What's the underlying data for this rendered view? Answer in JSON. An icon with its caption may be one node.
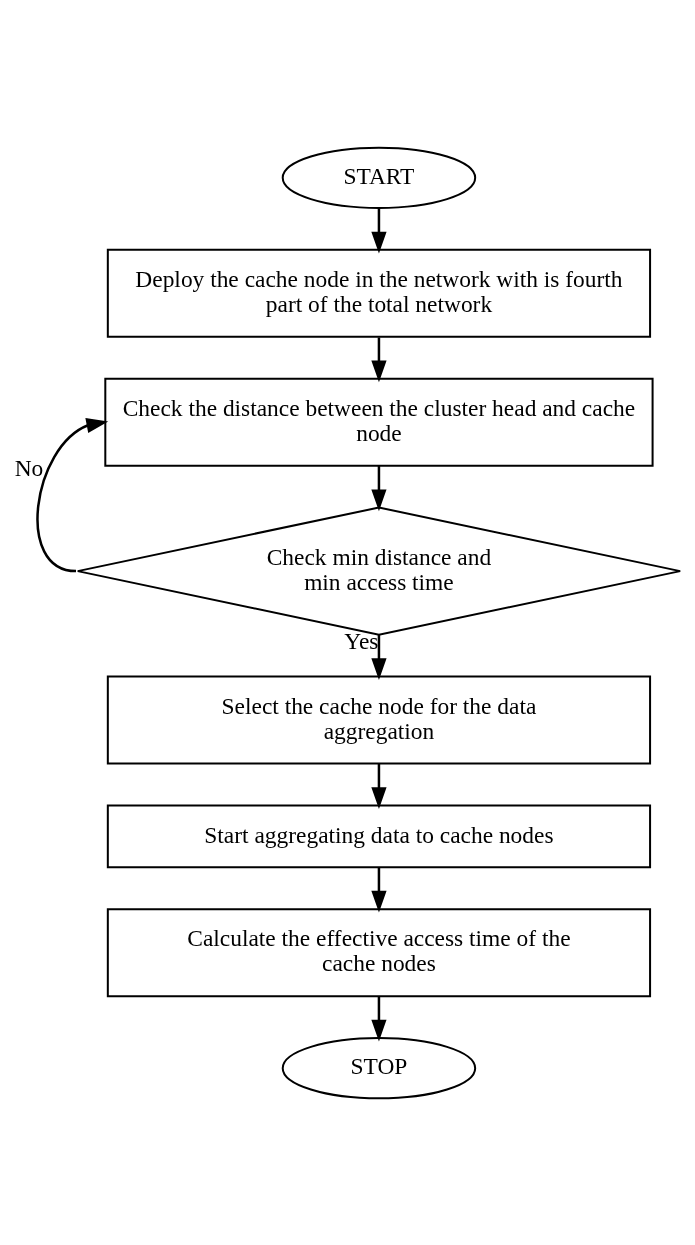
{
  "diagram": {
    "nodes": [
      {
        "text": [
          "START"
        ]
      },
      {
        "text": [
          "Deploy the cache node in the network with is fourth part of the total network"
        ]
      },
      {
        "text": [
          "Check the distance between the cluster head and cache node"
        ]
      },
      {
        "text": [
          "Check min distance and min access time"
        ]
      },
      {
        "text": [
          "Select the cache node for the data aggregation"
        ]
      },
      {
        "text": [
          "Start aggregating data to cache nodes"
        ]
      },
      {
        "text": [
          "Calculate the effective access time of the cache nodes"
        ]
      },
      {
        "text": [
          "STOP"
        ]
      }
    ],
    "edges": [
      {
        "from": 0,
        "to": 1,
        "arrow": "to"
      },
      {
        "from": 1,
        "to": 2,
        "arrow": "to"
      },
      {
        "from": 2,
        "to": 3,
        "arrow": "to"
      },
      {
        "from": 3,
        "to": 2,
        "arrow": "to",
        "label": "No"
      },
      {
        "from": 3,
        "to": 4,
        "arrow": "to",
        "label": "Yes"
      },
      {
        "from": 4,
        "to": 5,
        "arrow": "to"
      },
      {
        "from": 5,
        "to": 6,
        "arrow": "to"
      },
      {
        "from": 6,
        "to": 7,
        "arrow": "to"
      }
    ]
  }
}
